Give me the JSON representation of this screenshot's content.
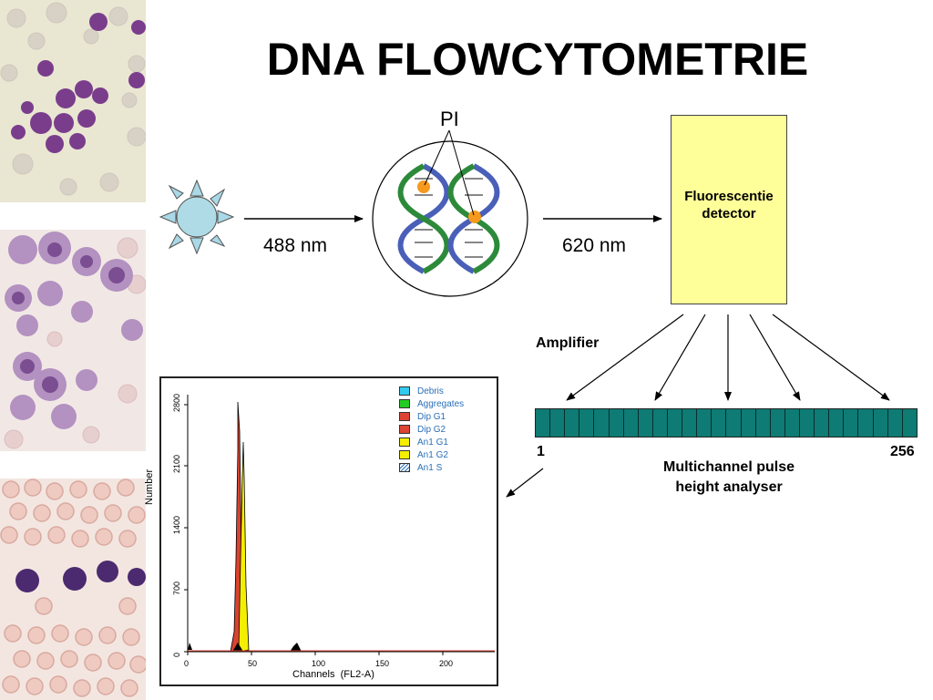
{
  "title": "DNA FLOWCYTOMETRIE",
  "diagram": {
    "pi_label": "PI",
    "excitation_label": "488 nm",
    "emission_label": "620 nm",
    "detector_label_line1": "Fluorescentie",
    "detector_label_line2": "detector",
    "amplifier_label": "Amplifier",
    "channel_start": "1",
    "channel_end": "256",
    "analyser_line1": "Multichannel pulse",
    "analyser_line2": "height analyser",
    "channel_cells": 26
  },
  "histogram": {
    "ylabel": "Number",
    "xlabel": "Channels  (FL2-A)",
    "yticks": [
      "0",
      "700",
      "1400",
      "2100",
      "2800"
    ],
    "xticks": [
      "0",
      "50",
      "100",
      "150",
      "200"
    ],
    "legend": [
      {
        "label": "Debris",
        "color": "#33ccee"
      },
      {
        "label": "Aggregates",
        "color": "#22cc22"
      },
      {
        "label": "Dip G1",
        "color": "#dd4433"
      },
      {
        "label": "Dip G2",
        "color": "#dd4433"
      },
      {
        "label": "An1  G1",
        "color": "#f4f000"
      },
      {
        "label": "An1  G2",
        "color": "#f4f000"
      },
      {
        "label": "An1  S",
        "color": "hatch"
      }
    ]
  },
  "colors": {
    "detector_fill": "#ffff99",
    "channel_fill": "#0e7b74",
    "legend_text": "#2a6fb8"
  }
}
